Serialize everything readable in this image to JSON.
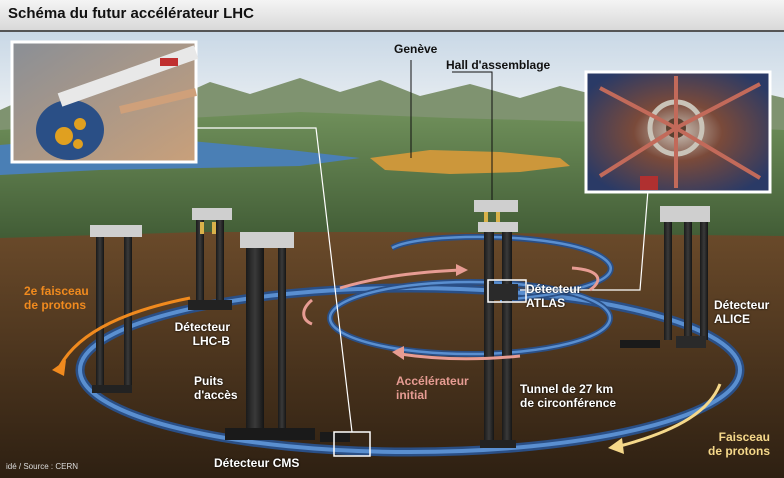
{
  "title": "Schéma du futur accélérateur LHC",
  "labels": {
    "geneve": "Genève",
    "hall": "Hall d'assemblage",
    "faisceau2_line1": "2e faisceau",
    "faisceau2_line2": "de protons",
    "lhcb_line1": "Détecteur",
    "lhcb_line2": "LHC-B",
    "atlas_line1": "Détecteur",
    "atlas_line2": "ATLAS",
    "alice_line1": "Détecteur",
    "alice_line2": "ALICE",
    "puits_line1": "Puits",
    "puits_line2": "d'accès",
    "accel_line1": "Accélérateur",
    "accel_line2": "initial",
    "tunnel_line1": "Tunnel de 27 km",
    "tunnel_line2": "de circonférence",
    "cms": "Détecteur CMS",
    "faisceau_line1": "Faisceau",
    "faisceau_line2": "de protons"
  },
  "credit": "idé / Source : CERN",
  "colors": {
    "ring": "#3b6fb0",
    "beam_orange": "#f08a1e",
    "beam_pink": "#e79c93",
    "beam_yellow": "#f5d88a",
    "lake": "#4a7fb5",
    "geneva_city": "#d89a3a",
    "underground": "#4a3420"
  }
}
